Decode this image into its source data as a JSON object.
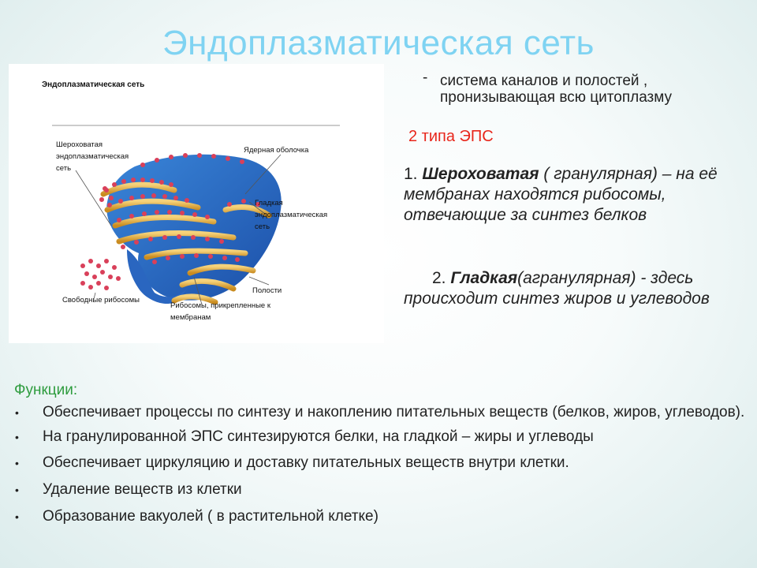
{
  "slide": {
    "title": "Эндоплазматическая сеть"
  },
  "figure": {
    "title": "Эндоплазматическая сеть",
    "labels": {
      "rough_l1": "Шероховатая",
      "rough_l2": "эндоплазматическая",
      "rough_l3": "сеть",
      "nuclear_envelope": "Ядерная оболочка",
      "smooth_l1": "Гладкая",
      "smooth_l2": "эндоплазматическая",
      "smooth_l3": "сеть",
      "cavities": "Полости",
      "free_ribosomes": "Свободные рибосомы",
      "attached_l1": "Рибосомы, прикрепленные к",
      "attached_l2": "мембранам"
    }
  },
  "definition": {
    "dash": "-",
    "text": "система каналов и полостей , пронизывающая всю цитоплазму"
  },
  "types": {
    "label": "2 типа ЭПС",
    "rough": {
      "num": "1.",
      "name": "Шероховатая",
      "rest": "( гранулярная) – на её мембранах находятся рибосомы, отвечающие за синтез белков"
    },
    "smooth": {
      "num": "2.",
      "name": "Гладкая",
      "rest": "(агранулярная) - здесь происходит синтез жиров и углеводов"
    }
  },
  "functions": {
    "heading": "Функции:",
    "items": [
      "Обеспечивает процессы по синтезу  и накоплению питательных веществ (белков, жиров, углеводов).",
      "На гранулированной ЭПС синтезируются белки, на гладкой – жиры и углеводы",
      "Обеспечивает циркуляцию и доставку питательных веществ внутри клетки.",
      "Удаление веществ из клетки",
      "Образование вакуолей ( в растительной клетке)"
    ]
  },
  "colors": {
    "title": "#7fd3f2",
    "types_label": "#e8261b",
    "functions_heading": "#2e9c3e"
  }
}
